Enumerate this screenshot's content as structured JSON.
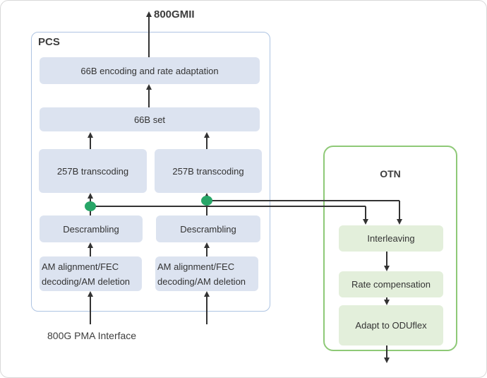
{
  "diagram": {
    "external_labels": {
      "top": "800GMII",
      "bottom": "800G PMA Interface"
    },
    "pcs": {
      "title": "PCS",
      "nodes": {
        "encoding": "66B encoding and rate adaptation",
        "set": "66B set",
        "transcoding_left": "257B transcoding",
        "transcoding_right": "257B transcoding",
        "descrambling_left": "Descrambling",
        "descrambling_right": "Descrambling",
        "am_left": "AM alignment/FEC decoding/AM deletion",
        "am_right": "AM alignment/FEC decoding/AM deletion"
      }
    },
    "otn": {
      "title": "OTN",
      "nodes": {
        "interleaving": "Interleaving",
        "rate_compensation": "Rate compensation",
        "adapt_to_oduflex": "Adapt to ODUflex"
      }
    },
    "flows": [
      {
        "from": "66B encoding and rate adaptation",
        "to": "800GMII"
      },
      {
        "from": "66B set",
        "to": "66B encoding and rate adaptation"
      },
      {
        "from": "257B transcoding (left)",
        "to": "66B set"
      },
      {
        "from": "257B transcoding (right)",
        "to": "66B set"
      },
      {
        "from": "Descrambling (left)",
        "to": "257B transcoding (left)"
      },
      {
        "from": "Descrambling (right)",
        "to": "257B transcoding (right)"
      },
      {
        "from": "AM alignment/FEC decoding/AM deletion (left)",
        "to": "Descrambling (left)"
      },
      {
        "from": "AM alignment/FEC decoding/AM deletion (right)",
        "to": "Descrambling (right)"
      },
      {
        "from": "800G PMA Interface",
        "to": "AM alignment/FEC decoding/AM deletion (left)"
      },
      {
        "from": "800G PMA Interface",
        "to": "AM alignment/FEC decoding/AM deletion (right)"
      },
      {
        "from": "tap on Descrambling (left) to 257B transcoding (left) line",
        "to": "Interleaving"
      },
      {
        "from": "tap on Descrambling (right) to 257B transcoding (right) line",
        "to": "Interleaving"
      },
      {
        "from": "Interleaving",
        "to": "Rate compensation"
      },
      {
        "from": "Rate compensation",
        "to": "Adapt to ODUflex"
      },
      {
        "from": "Adapt to ODUflex",
        "to": "output below OTN"
      }
    ]
  },
  "colors": {
    "pcs_border": "#aec4e2",
    "otn_border": "#8ec977",
    "pcs_node_fill": "#dce3f0",
    "otn_node_fill": "#e3efdb",
    "tap_dot": "#27a567",
    "line": "#333333",
    "text": "#333333",
    "label_text": "#3d3d3d",
    "canvas_border": "#d9d9d9"
  }
}
